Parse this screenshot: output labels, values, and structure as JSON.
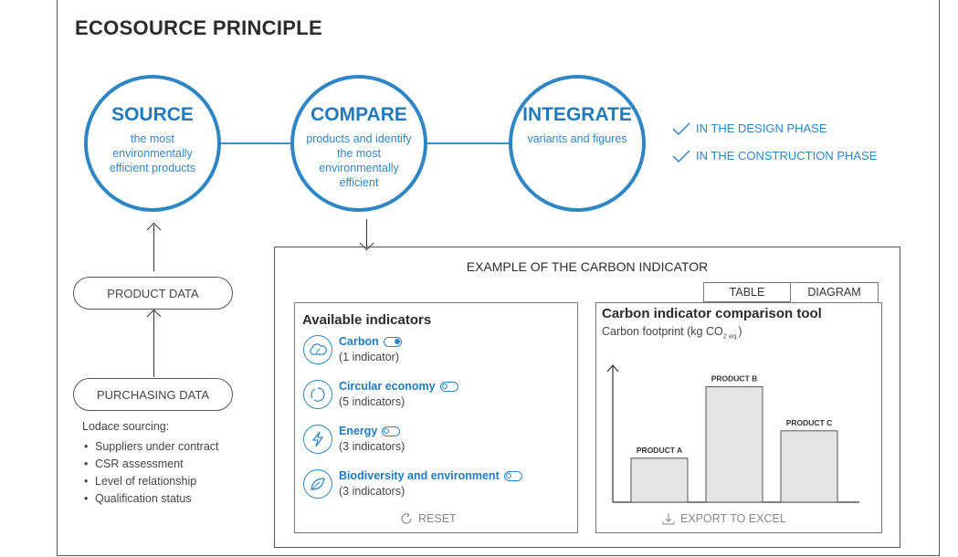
{
  "title": "ECOSOURCE PRINCIPLE",
  "steps": [
    {
      "title": "SOURCE",
      "description": "the most environmentally efficient products"
    },
    {
      "title": "COMPARE",
      "description": "products and identify the most environmentally efficient"
    },
    {
      "title": "INTEGRATE",
      "description": "variants and figures"
    }
  ],
  "phases": [
    "IN THE DESIGN PHASE",
    "IN THE CONSTRUCTION PHASE"
  ],
  "product_data_label": "PRODUCT DATA",
  "purchasing_data_label": "PURCHASING DATA",
  "sourcing": {
    "heading": "Lodace sourcing:",
    "items": [
      "Suppliers under contract",
      "CSR assessment",
      "Level of relationship",
      "Qualification status"
    ]
  },
  "example": {
    "title": "EXAMPLE OF THE CARBON INDICATOR",
    "indicators_panel": {
      "title": "Available indicators",
      "items": [
        {
          "name": "Carbon",
          "count": "(1 indicator)",
          "enabled": true,
          "icon": "cloud-icon"
        },
        {
          "name": "Circular economy",
          "count": "(5 indicators)",
          "enabled": false,
          "icon": "recycle-icon"
        },
        {
          "name": "Energy",
          "count": "(3 indicators)",
          "enabled": false,
          "icon": "lightning-icon"
        },
        {
          "name": "Biodiversity and environment",
          "count": "(3 indicators)",
          "enabled": false,
          "icon": "leaf-icon"
        }
      ],
      "reset_label": "RESET"
    },
    "tabs": [
      "TABLE",
      "DIAGRAM"
    ],
    "tool_panel": {
      "title": "Carbon indicator comparison tool",
      "subtitle_prefix": "Carbon footprint (kg CO",
      "subtitle_sub": "2 eq.",
      "subtitle_suffix": ")",
      "export_label": "EXPORT TO EXCEL"
    }
  },
  "chart_data": {
    "type": "bar",
    "categories": [
      "PRODUCT A",
      "PRODUCT B",
      "PRODUCT C"
    ],
    "values": [
      45,
      118,
      73
    ],
    "ylim": [
      0,
      140
    ],
    "title": "Carbon indicator comparison tool",
    "ylabel": "Carbon footprint (kg CO2 eq.)",
    "grid": false
  },
  "colors": {
    "accent": "#2f86c4",
    "bar_fill": "#e4e4e4",
    "text": "#3c3c3c"
  }
}
